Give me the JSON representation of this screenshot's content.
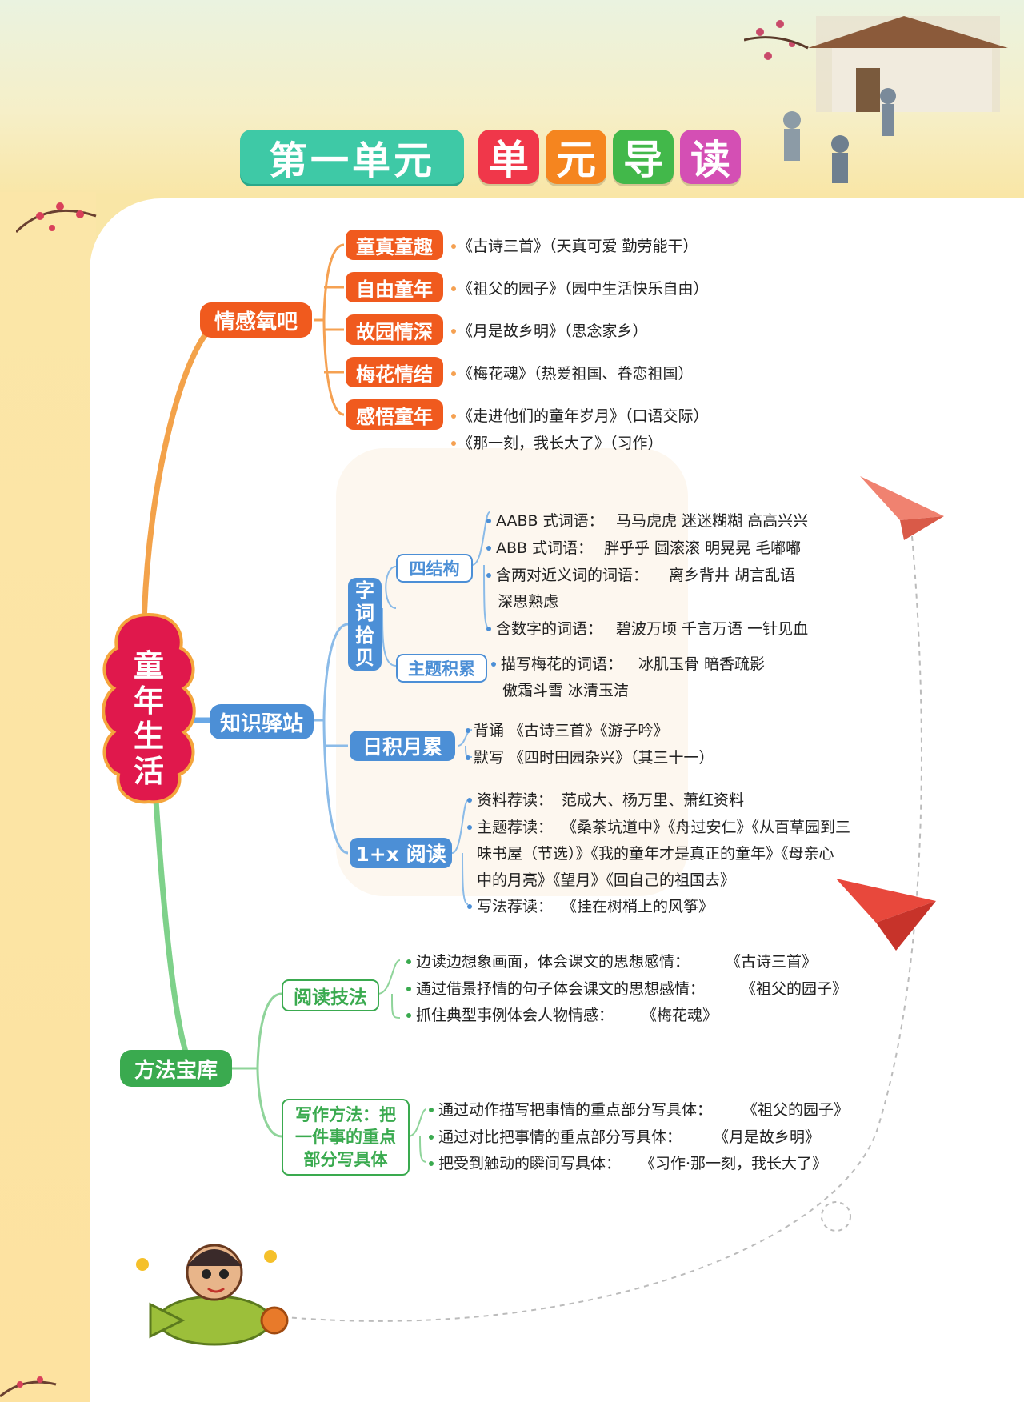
{
  "title": {
    "unit": "第一单元",
    "chars": [
      "单",
      "元",
      "导",
      "读"
    ],
    "char_colors": [
      "#f0374a",
      "#f5851f",
      "#42b84a",
      "#d44fb4"
    ]
  },
  "root": "童年生活",
  "branch_emotion": {
    "label": "情感氧吧",
    "items": [
      {
        "tag": "童真童趣",
        "text": "《古诗三首》（天真可爱  勤劳能干）"
      },
      {
        "tag": "自由童年",
        "text": "《祖父的园子》（园中生活快乐自由）"
      },
      {
        "tag": "故园情深",
        "text": "《月是故乡明》（思念家乡）"
      },
      {
        "tag": "梅花情结",
        "text": "《梅花魂》（热爱祖国、眷恋祖国）"
      },
      {
        "tag": "感悟童年",
        "text": "《走进他们的童年岁月》（口语交际）",
        "text2": "《那一刻，我长大了》（习作）"
      }
    ]
  },
  "branch_knowledge": {
    "label": "知识驿站",
    "ziciscibei": "字词拾贝",
    "four_structure": {
      "label": "四结构",
      "lines": [
        {
          "head": "AABB 式词语：",
          "words": "马马虎虎   迷迷糊糊   高高兴兴"
        },
        {
          "head": "ABB 式词语：",
          "words": "胖乎乎   圆滚滚   明晃晃   毛嘟嘟"
        },
        {
          "head": "含两对近义词的词语：",
          "words": "离乡背井   胡言乱语"
        },
        {
          "head": "",
          "words": "深思熟虑"
        },
        {
          "head": "含数字的词语：",
          "words": "碧波万顷   千言万语   一针见血"
        }
      ]
    },
    "theme": {
      "label": "主题积累",
      "head": "描写梅花的词语：",
      "words": "冰肌玉骨   暗香疏影",
      "words2": "傲霜斗雪   冰清玉洁"
    },
    "daily": {
      "label": "日积月累",
      "line1_head": "背诵",
      "line1": "《古诗三首》《游子吟》",
      "line2_head": "默写",
      "line2": "《四时田园杂兴》（其三十一）"
    },
    "reading": {
      "label": "1+x 阅读",
      "l1_head": "资料荐读：",
      "l1": "范成大、杨万里、萧红资料",
      "l2_head": "主题荐读：",
      "l2": "《桑茶坑道中》《舟过安仁》《从百草园到三",
      "l3": "味书屋（节选）》《我的童年才是真正的童年》《母亲心",
      "l4": "中的月亮》《望月》《回自己的祖国去》",
      "l5_head": "写法荐读：",
      "l5": "《挂在树梢上的风筝》"
    }
  },
  "branch_method": {
    "label": "方法宝库",
    "reading_skill": {
      "label": "阅读技法",
      "lines": [
        {
          "head": "边读边想象画面，体会课文的思想感情：",
          "src": "《古诗三首》"
        },
        {
          "head": "通过借景抒情的句子体会课文的思想感情：",
          "src": "《祖父的园子》"
        },
        {
          "head": "抓住典型事例体会人物情感：",
          "src": "《梅花魂》"
        }
      ]
    },
    "writing": {
      "label_l1": "写作方法：把",
      "label_l2": "一件事的重点",
      "label_l3": "部分写具体",
      "lines": [
        {
          "head": "通过动作描写把事情的重点部分写具体：",
          "src": "《祖父的园子》"
        },
        {
          "head": "通过对比把事情的重点部分写具体：",
          "src": "《月是故乡明》"
        },
        {
          "head": "把受到触动的瞬间写具体：",
          "src": "《习作·那一刻，我长大了》"
        }
      ]
    }
  },
  "colors": {
    "orange": "#f05a1e",
    "blue": "#4c8fd6",
    "green": "#3aaa4f",
    "root": "#e0184c"
  },
  "icons": [
    "plum-blossom-branch",
    "children-playing-illustration",
    "paper-plane-icon",
    "cartoon-pilot-illustration"
  ]
}
